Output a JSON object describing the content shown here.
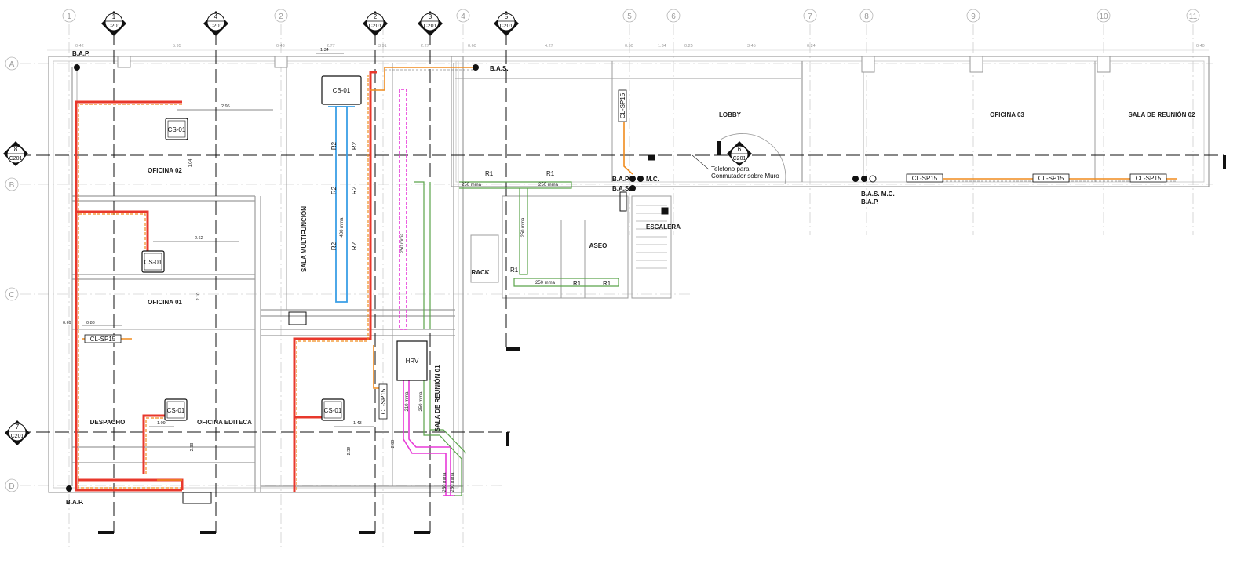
{
  "grid_columns": [
    "1",
    "2",
    "3",
    "4",
    "5",
    "6",
    "7",
    "8",
    "9",
    "10",
    "11"
  ],
  "grid_rows": [
    "A",
    "B",
    "C",
    "D"
  ],
  "section_markers": {
    "ref": "C201",
    "items": [
      "1",
      "2",
      "3",
      "4",
      "5",
      "6",
      "7",
      "8"
    ]
  },
  "rooms": {
    "oficina02": "OFICINA 02",
    "oficina01": "OFICINA 01",
    "despacho": "DESPACHO",
    "oficina_editeca": "OFICINA EDITECA",
    "sala_multifuncion": "SALA MULTIFUNCIÓN",
    "sala_reunion01": "SALA DE REUNIÓN 01",
    "rack": "RACK",
    "aseo": "ASEO",
    "escalera": "ESCALERA",
    "lobby": "LOBBY",
    "oficina03": "OFICINA 03",
    "sala_reunion02": "SALA DE REUNIÓN 02"
  },
  "equipment": {
    "cs01": "CS-01",
    "cb01": "CB-01",
    "hrv": "HRV",
    "clsp15": "CL-SP15",
    "r1": "R1",
    "r2": "R2"
  },
  "symbols": {
    "bap": "B.A.P.",
    "bas": "B.A.S.",
    "mc": "M.C.",
    "bas_mc": "B.A.S. M.C.",
    "telefono_line1": "Telefono para",
    "telefono_line2": "Conmutador sobre Muro"
  },
  "duct_sizes": {
    "d250": "250 mma",
    "d400": "400 mma",
    "d210": "210 mma",
    "d250v": "250 mma",
    "d250b": "250 mma",
    "d250c": "250 mma"
  },
  "dimensions": {
    "top": [
      "0.42",
      "5.95",
      "0.43",
      "2.77",
      "3.91",
      "2.27",
      "0.60",
      "4.27",
      "0.50",
      "1.34",
      "0.25",
      "3.45",
      "0.24",
      "0.40"
    ],
    "d_134": "1.34",
    "d_296": "2.96",
    "d_262": "2.62",
    "d_104": "1.04",
    "d_210": "2.10",
    "d_069": "0.69",
    "d_088": "0.88",
    "d_109": "1.09",
    "d_143": "1.43",
    "d_239": "2.39",
    "d_280": "2.80",
    "d_233": "2.33"
  },
  "colors": {
    "exhaust_red": "#e8382c",
    "orange": "#f08c1e",
    "blue": "#3a9fe6",
    "magenta": "#e83ad8",
    "green": "#5aa44a",
    "grid": "#b5b5b5",
    "wall": "#9c9c9c"
  }
}
